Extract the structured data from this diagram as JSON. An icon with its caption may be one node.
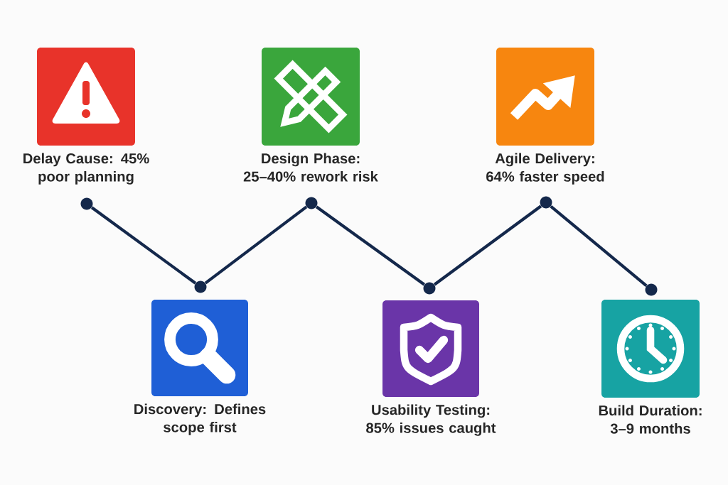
{
  "diagram": {
    "nodes": [
      {
        "text": [
          "Delay Cause: 45% poor planning"
        ]
      },
      {
        "text": [
          "Discovery: Defines scope first"
        ]
      },
      {
        "text": [
          "Design Phase: 25–40% rework risk"
        ]
      },
      {
        "text": [
          "Usability Testing: 85% issues caught"
        ]
      },
      {
        "text": [
          "Agile Delivery: 64% faster speed"
        ]
      },
      {
        "text": [
          "Build Duration: 3–9 months"
        ]
      },
      {
        "text": [],
        "shape": "circle"
      },
      {
        "text": [],
        "shape": "circle"
      },
      {
        "text": [],
        "shape": "circle"
      },
      {
        "text": [],
        "shape": "circle"
      },
      {
        "text": [],
        "shape": "circle"
      },
      {
        "text": [],
        "shape": "circle"
      }
    ],
    "edges": [
      {
        "from": 6,
        "to": 7,
        "arrow": "none"
      },
      {
        "from": 7,
        "to": 8,
        "arrow": "none"
      },
      {
        "from": 8,
        "to": 9,
        "arrow": "none"
      },
      {
        "from": 9,
        "to": 10,
        "arrow": "none"
      },
      {
        "from": 10,
        "to": 11,
        "arrow": "none"
      }
    ]
  }
}
